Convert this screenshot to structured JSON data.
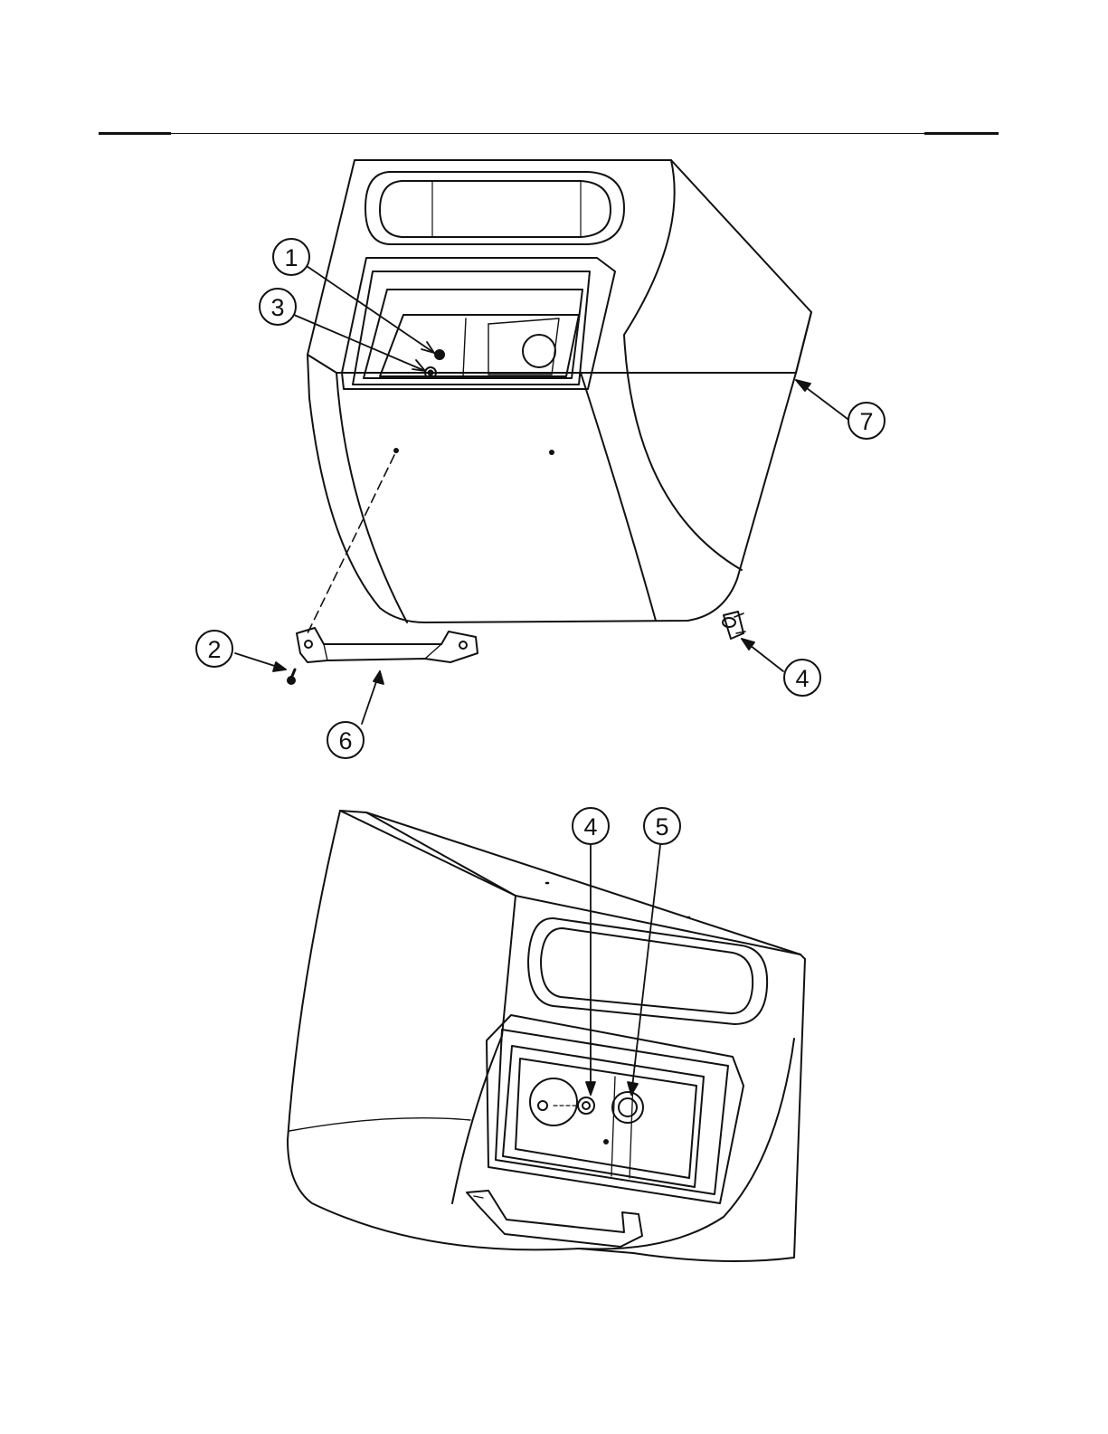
{
  "diagram": {
    "callouts_top": [
      {
        "id": "callout-1",
        "label": "1"
      },
      {
        "id": "callout-3",
        "label": "3"
      },
      {
        "id": "callout-7",
        "label": "7"
      },
      {
        "id": "callout-2",
        "label": "2"
      },
      {
        "id": "callout-6",
        "label": "6"
      },
      {
        "id": "callout-4-top",
        "label": "4"
      }
    ],
    "callouts_bottom": [
      {
        "id": "callout-4-bottom",
        "label": "4"
      },
      {
        "id": "callout-5",
        "label": "5"
      }
    ],
    "colors": {
      "line": "#111111",
      "background": "#ffffff"
    }
  }
}
